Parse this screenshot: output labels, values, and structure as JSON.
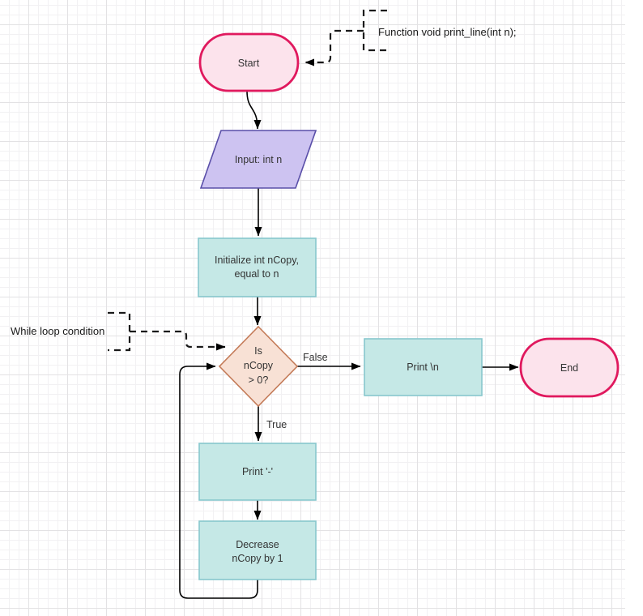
{
  "diagram": {
    "type": "flowchart",
    "nodes": {
      "start": {
        "shape": "terminator",
        "label": "Start"
      },
      "input": {
        "shape": "parallelogram",
        "label": "Input: int n"
      },
      "init": {
        "shape": "process",
        "lines": [
          "Initialize int nCopy,",
          "equal to n"
        ]
      },
      "cond": {
        "shape": "decision",
        "lines": [
          "Is",
          "nCopy",
          "> 0?"
        ]
      },
      "print_newline": {
        "shape": "process",
        "label": "Print \\n"
      },
      "end": {
        "shape": "terminator",
        "label": "End"
      },
      "print_dash": {
        "shape": "process",
        "label": "Print '-'"
      },
      "decrease": {
        "shape": "process",
        "lines": [
          "Decrease",
          "nCopy by 1"
        ]
      }
    },
    "edge_labels": {
      "false": "False",
      "true": "True"
    },
    "annotations": {
      "function_signature": {
        "text": "Function void print_line(int n);"
      },
      "while_loop": {
        "text": "While loop condition"
      }
    },
    "palette": {
      "terminator_fill": "#fce3ec",
      "terminator_stroke": "#e0195e",
      "io_fill": "#cdc3f1",
      "io_stroke": "#5a4fa9",
      "process_fill": "#c5e8e6",
      "process_stroke": "#87c7cd",
      "decision_fill": "#f8e1d5",
      "decision_stroke": "#c47a57",
      "edge_color": "#000000",
      "grid_minor": "#f2f1f3",
      "grid_major": "#e3e2e4"
    }
  }
}
